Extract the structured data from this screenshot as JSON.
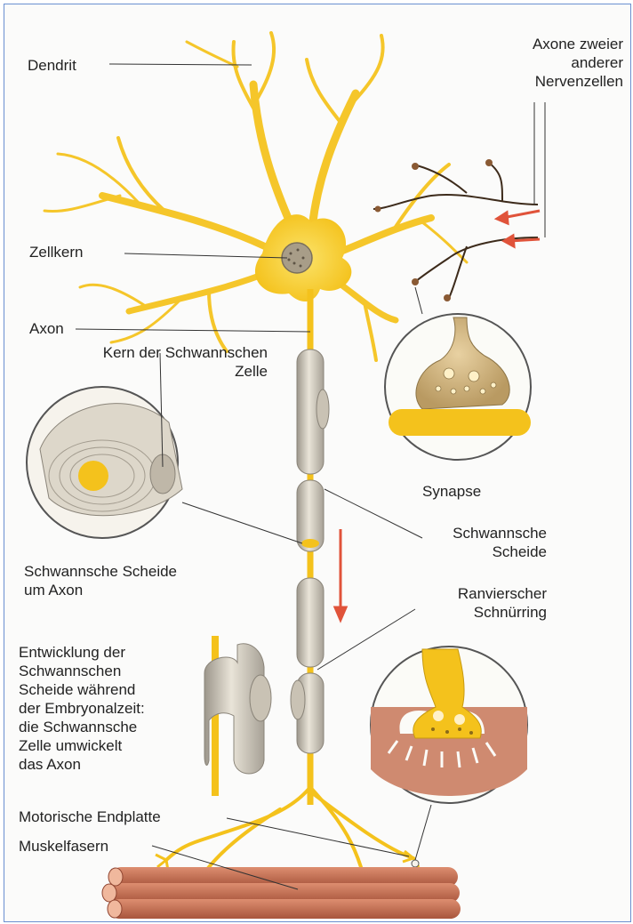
{
  "labels": {
    "dendrit": "Dendrit",
    "axone_andere": "Axone zweier\nanderer\nNervenzellen",
    "zellkern": "Zellkern",
    "axon": "Axon",
    "kern_schwann": "Kern der Schwannschen\nZelle",
    "schwann_um_axon": "Schwannsche Scheide\num Axon",
    "synapse": "Synapse",
    "schwann_scheide": "Schwannsche\nScheide",
    "ranvier": "Ranvierscher\nSchnürring",
    "entwicklung": "Entwicklung der\nSchwannschen\nScheide während\nder Embryonalzeit:\ndie Schwannsche\nZelle umwickelt\ndas Axon",
    "motorische": "Motorische Endplatte",
    "muskelfasern": "Muskelfasern"
  },
  "colors": {
    "neuron": "#f7cf2a",
    "sheath": "#d9d3c6",
    "muscle": "#c9775c",
    "arrow": "#e0533a",
    "frame": "#6a8fd0"
  }
}
